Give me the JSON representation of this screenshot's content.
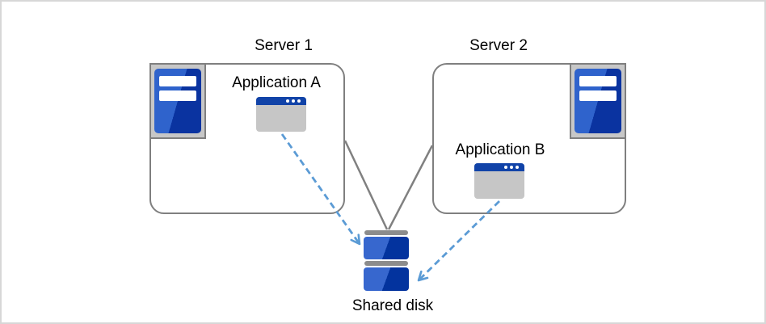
{
  "diagram": {
    "server1": {
      "label": "Server 1",
      "icon": "server-tower-icon",
      "app": {
        "label": "Application A",
        "icon": "app-window-icon"
      }
    },
    "server2": {
      "label": "Server 2",
      "icon": "server-tower-icon",
      "app": {
        "label": "Application B",
        "icon": "app-window-icon"
      }
    },
    "shared_disk": {
      "label": "Shared disk",
      "icon": "disk-stack-icon"
    },
    "connections": [
      {
        "from": "server1-box",
        "to": "shared-disk",
        "style": "solid",
        "color": "#808080"
      },
      {
        "from": "server2-box",
        "to": "shared-disk",
        "style": "solid",
        "color": "#808080"
      },
      {
        "from": "application-a",
        "to": "shared-disk",
        "style": "dashed-arrow",
        "color": "#5B9BD5"
      },
      {
        "from": "application-b",
        "to": "shared-disk",
        "style": "dashed-arrow",
        "color": "#5B9BD5"
      }
    ],
    "colors": {
      "box_border": "#7F7F7F",
      "icon_blue_light": "#2F63CC",
      "icon_blue_dark": "#0A33A0",
      "app_titlebar_blue": "#1143A8",
      "icon_frame_gray": "#C7C7C7",
      "disk_cap_gray": "#8C8C8C",
      "arrow_blue": "#5B9BD5",
      "text": "#000000",
      "canvas_border": "#D7D7D7"
    }
  }
}
